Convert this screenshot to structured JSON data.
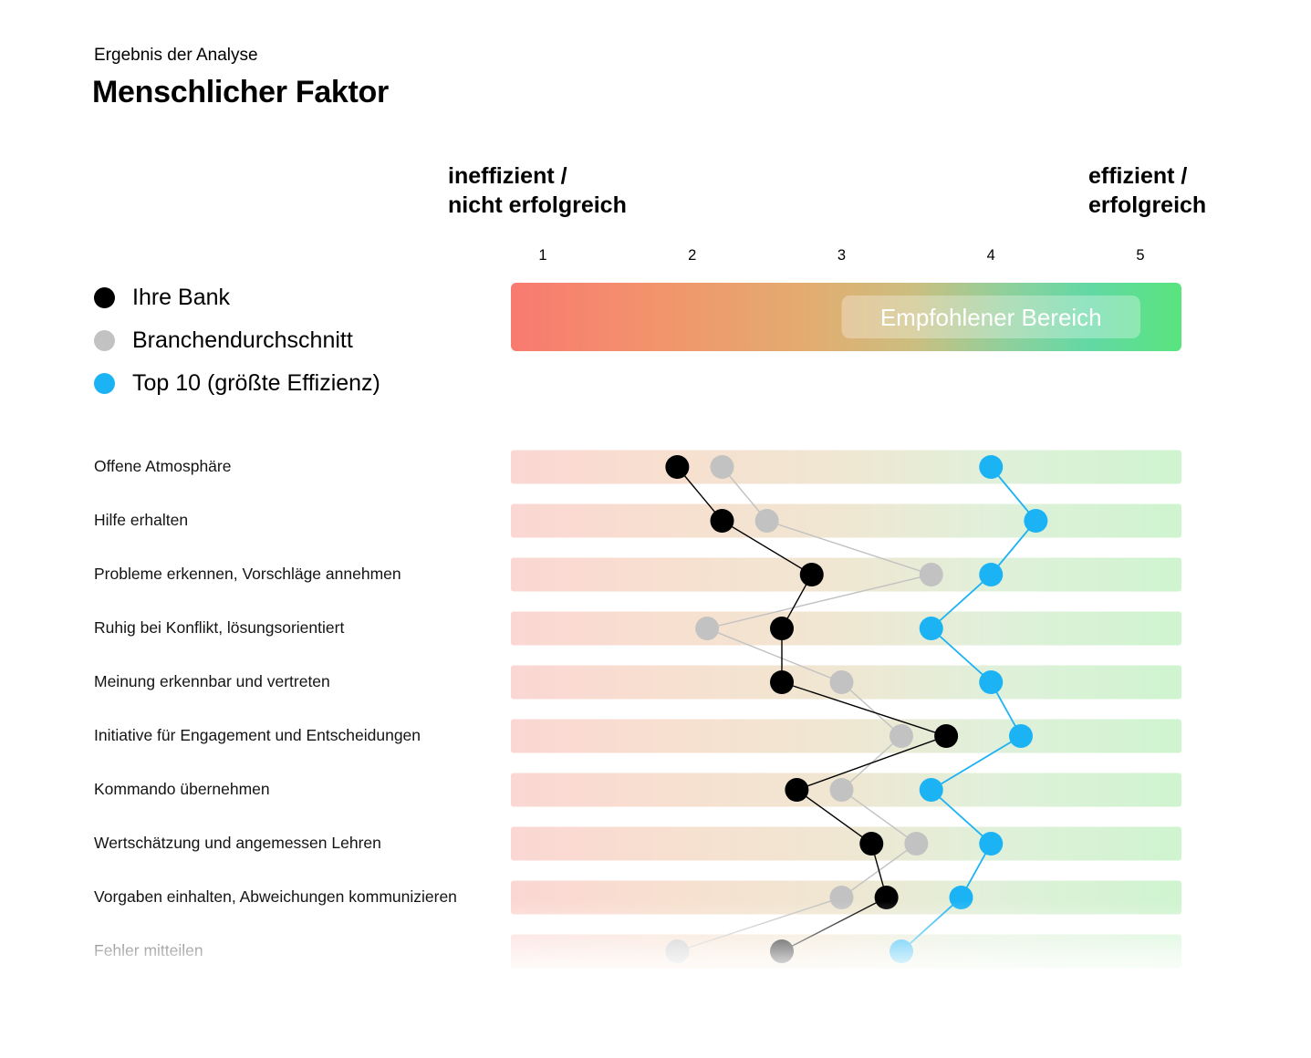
{
  "header": {
    "subtitle": "Ergebnis der Analyse",
    "title": "Menschlicher Faktor"
  },
  "axis": {
    "left": {
      "line1": "ineffizient /",
      "line2": "nicht erfolgreich"
    },
    "right": {
      "line1": "effizient /",
      "line2": "erfolgreich"
    }
  },
  "legend": {
    "items": [
      {
        "label": "Ihre Bank"
      },
      {
        "label": "Branchendurchschnitt"
      },
      {
        "label": "Top 10 (größte Effizienz)"
      }
    ]
  },
  "chart_data": {
    "type": "scatter",
    "title": "Menschlicher Faktor",
    "x_ticks": [
      1,
      2,
      3,
      4,
      5
    ],
    "xlim": [
      1,
      5
    ],
    "grid": false,
    "legend_position": "left",
    "recommended_range": {
      "label": "Empfohlener Bereich",
      "from": 3,
      "to": 5
    },
    "gradient_meaning": {
      "left": "ineffizient / nicht erfolgreich",
      "right": "effizient / erfolgreich"
    },
    "colors": {
      "gradient_left": "#f87a70",
      "gradient_mid": "#e2ad70",
      "gradient_right": "#59e47e",
      "series_black": "#000000",
      "series_gray": "#c2c2c2",
      "series_blue": "#1cb3f4"
    },
    "categories": [
      "Offene Atmosphäre",
      "Hilfe erhalten",
      "Probleme erkennen, Vorschläge annehmen",
      "Ruhig bei Konflikt, lösungsorientiert",
      "Meinung erkennbar und vertreten",
      "Initiative für Engagement und Entscheidungen",
      "Kommando übernehmen",
      "Wertschätzung und angemessen Lehren",
      "Vorgaben einhalten, Abweichungen kommunizieren",
      "Fehler mitteilen"
    ],
    "series": [
      {
        "name": "Ihre Bank",
        "color": "#000000",
        "values": [
          1.9,
          2.2,
          2.8,
          2.6,
          2.6,
          3.7,
          2.7,
          3.2,
          3.3,
          2.6
        ]
      },
      {
        "name": "Branchendurchschnitt",
        "color": "#c2c2c2",
        "values": [
          2.2,
          2.5,
          3.6,
          2.1,
          3.0,
          3.4,
          3.0,
          3.5,
          3.0,
          1.9
        ]
      },
      {
        "name": "Top 10 (größte Effizienz)",
        "color": "#1cb3f4",
        "values": [
          4.0,
          4.3,
          4.0,
          3.6,
          4.0,
          4.2,
          3.6,
          4.0,
          3.8,
          3.4
        ]
      }
    ],
    "faded_last_row": true
  }
}
